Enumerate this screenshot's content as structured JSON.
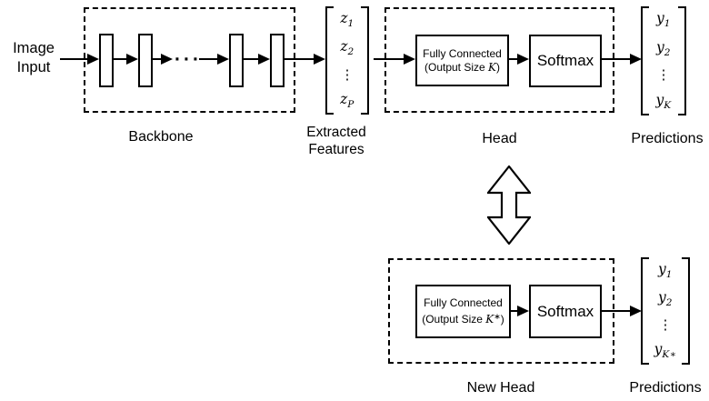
{
  "input": {
    "line1": "Image",
    "line2": "Input"
  },
  "backbone": {
    "label": "Backbone",
    "dots": "···"
  },
  "features": {
    "label1": "Extracted",
    "label2": "Features",
    "e1b": "z",
    "e1s": "1",
    "e2b": "z",
    "e2s": "2",
    "dots": "⋮",
    "e3b": "z",
    "e3s": "P"
  },
  "head": {
    "label": "Head",
    "fc1": "Fully Connected",
    "fc2pre": "(Output Size ",
    "fc2k": "K",
    "fc2post": ")",
    "softmax": "Softmax"
  },
  "pred_top": {
    "label": "Predictions",
    "e1b": "y",
    "e1s": "1",
    "e2b": "y",
    "e2s": "2",
    "dots": "⋮",
    "e3b": "y",
    "e3s": "K"
  },
  "new_head": {
    "label": "New Head",
    "fc1": "Fully Connected",
    "fc2pre": "(Output Size ",
    "fc2k": "K",
    "fc2star": "∗",
    "fc2post": ")",
    "softmax": "Softmax"
  },
  "pred_bottom": {
    "label": "Predictions",
    "e1b": "y",
    "e1s": "1",
    "e2b": "y",
    "e2s": "2",
    "dots": "⋮",
    "e3b": "y",
    "e3s": "K∗"
  },
  "colors": {
    "ink": "#000000",
    "background": "#ffffff"
  }
}
